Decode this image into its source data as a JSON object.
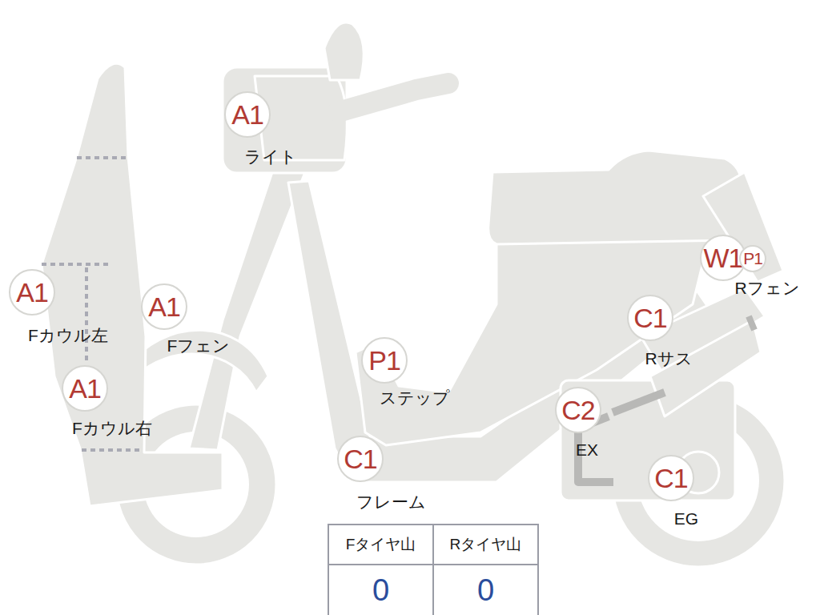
{
  "diagram": {
    "nodes": [
      {
        "text": [
          "A1",
          "ライト"
        ]
      },
      {
        "text": [
          "A1",
          "Fカウル左"
        ]
      },
      {
        "text": [
          "A1",
          "Fフェン"
        ]
      },
      {
        "text": [
          "A1",
          "Fカウル右"
        ]
      },
      {
        "text": [
          "P1",
          "ステップ"
        ]
      },
      {
        "text": [
          "C1",
          "フレーム"
        ]
      },
      {
        "text": [
          "W1",
          "Rフェン"
        ]
      },
      {
        "text": [
          "P1"
        ]
      },
      {
        "text": [
          "C1",
          "Rサス"
        ]
      },
      {
        "text": [
          "C2",
          "EX"
        ]
      },
      {
        "text": [
          "C1",
          "EG"
        ]
      }
    ],
    "labels": [
      "Fタイヤ山",
      "Rタイヤ山",
      "0",
      "0"
    ]
  }
}
